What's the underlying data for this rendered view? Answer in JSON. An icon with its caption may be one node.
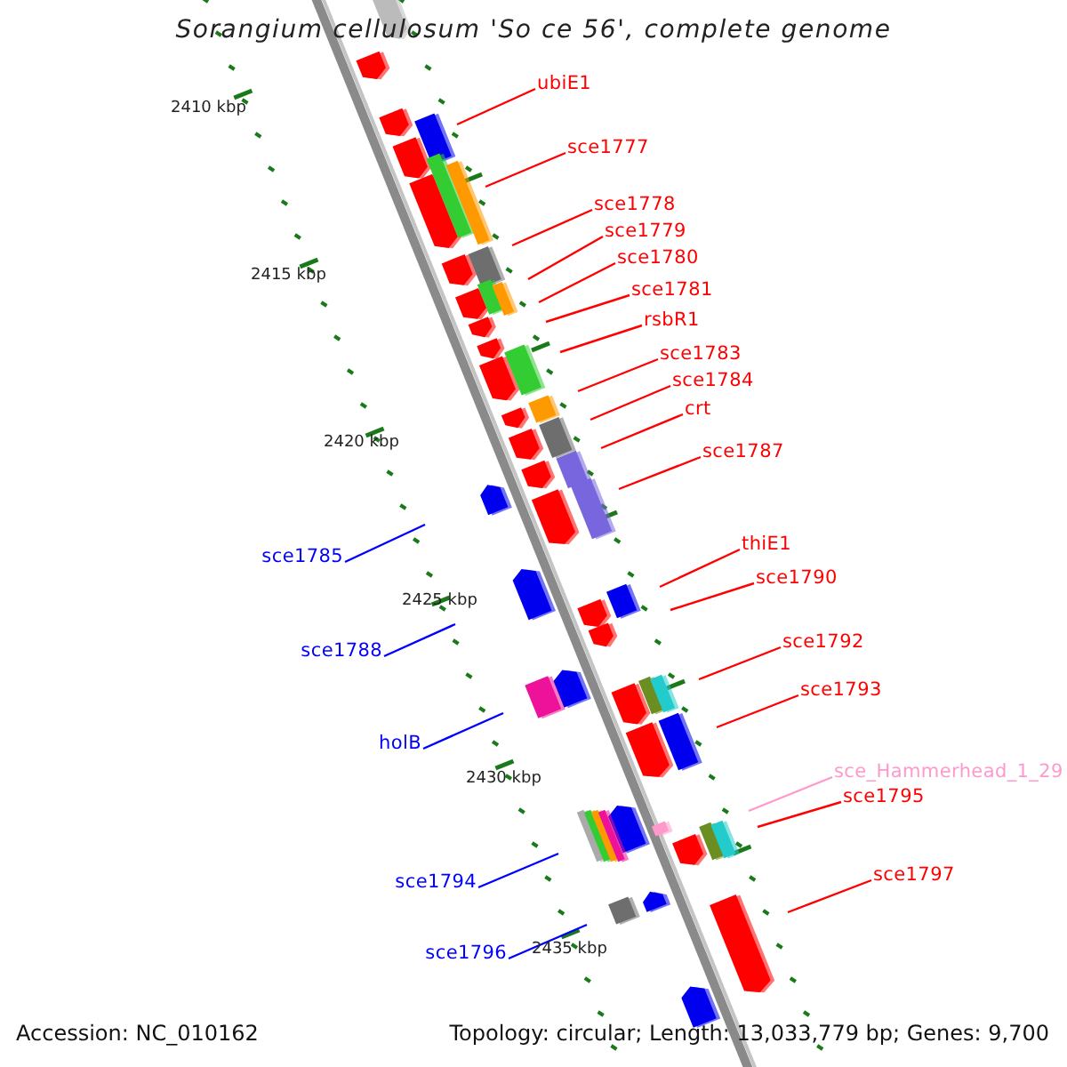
{
  "diagram": {
    "title": "Sorangium cellulosum 'So ce 56', complete genome",
    "nodes": [
      {
        "text": [
          "ubiE1"
        ]
      },
      {
        "text": [
          "sce1777"
        ]
      },
      {
        "text": [
          "sce1778"
        ]
      },
      {
        "text": [
          "sce1779"
        ]
      },
      {
        "text": [
          "sce1780"
        ]
      },
      {
        "text": [
          "sce1781"
        ]
      },
      {
        "text": [
          "rsbR1"
        ]
      },
      {
        "text": [
          "sce1783"
        ]
      },
      {
        "text": [
          "sce1784"
        ]
      },
      {
        "text": [
          "crt"
        ]
      },
      {
        "text": [
          "sce1787"
        ]
      },
      {
        "text": [
          "thiE1"
        ]
      },
      {
        "text": [
          "sce1785"
        ]
      },
      {
        "text": [
          "sce1790"
        ]
      },
      {
        "text": [
          "sce1792"
        ]
      },
      {
        "text": [
          "sce1788"
        ]
      },
      {
        "text": [
          "sce1793"
        ]
      },
      {
        "text": [
          "holB"
        ]
      },
      {
        "text": [
          "sce_Hammerhead_1_29"
        ]
      },
      {
        "text": [
          "sce1795"
        ]
      },
      {
        "text": [
          "sce1797"
        ]
      },
      {
        "text": [
          "sce1794"
        ]
      },
      {
        "text": [
          "sce1796"
        ]
      }
    ],
    "edges": [
      {
        "from": 0,
        "to": null,
        "arrow": "none"
      },
      {
        "from": 1,
        "to": null,
        "arrow": "none"
      },
      {
        "from": 2,
        "to": null,
        "arrow": "none"
      },
      {
        "from": 3,
        "to": null,
        "arrow": "none"
      },
      {
        "from": 4,
        "to": null,
        "arrow": "none"
      },
      {
        "from": 5,
        "to": null,
        "arrow": "none"
      },
      {
        "from": 6,
        "to": null,
        "arrow": "none"
      },
      {
        "from": 7,
        "to": null,
        "arrow": "none"
      },
      {
        "from": 8,
        "to": null,
        "arrow": "none"
      },
      {
        "from": 9,
        "to": null,
        "arrow": "none"
      },
      {
        "from": 10,
        "to": null,
        "arrow": "none"
      },
      {
        "from": 11,
        "to": null,
        "arrow": "none"
      },
      {
        "from": 12,
        "to": null,
        "arrow": "none",
        "color": "#0000ff"
      },
      {
        "from": 13,
        "to": null,
        "arrow": "none"
      },
      {
        "from": 14,
        "to": null,
        "arrow": "none"
      },
      {
        "from": 15,
        "to": null,
        "arrow": "none",
        "color": "#0000ff"
      },
      {
        "from": 16,
        "to": null,
        "arrow": "none"
      },
      {
        "from": 17,
        "to": null,
        "arrow": "none",
        "color": "#0000ff"
      },
      {
        "from": 18,
        "to": null,
        "arrow": "none",
        "color": "#ff99cc"
      },
      {
        "from": 19,
        "to": null,
        "arrow": "none"
      },
      {
        "from": 20,
        "to": null,
        "arrow": "none"
      },
      {
        "from": 21,
        "to": null,
        "arrow": "none",
        "color": "#0000ff"
      },
      {
        "from": 22,
        "to": null,
        "arrow": "none",
        "color": "#0000ff"
      }
    ],
    "labels": [
      "2410 kbp",
      "2415 kbp",
      "2420 kbp",
      "2425 kbp",
      "2430 kbp",
      "2435 kbp",
      "Accession: NC_010162",
      "Topology: circular; Length: 13,033,779 bp; Genes: 9,700"
    ]
  }
}
